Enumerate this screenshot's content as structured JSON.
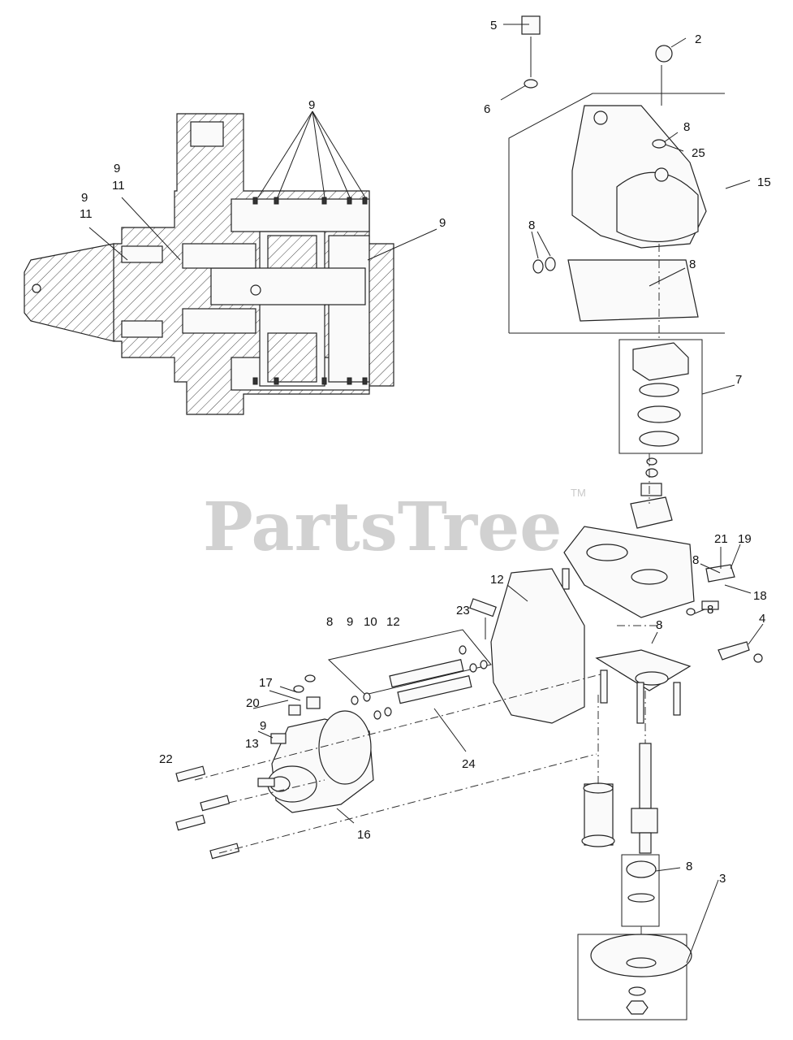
{
  "watermark": {
    "brand": "PartsTree",
    "trademark": "TM"
  },
  "callouts": {
    "c1": "9",
    "c2": "9",
    "c3": "11",
    "c4": "9",
    "c5": "11",
    "c6": "9",
    "c7": "5",
    "c8": "2",
    "c9": "6",
    "c10": "8",
    "c11": "25",
    "c12": "15",
    "c13": "8",
    "c14": "8",
    "c15": "7",
    "c16": "21",
    "c17": "19",
    "c18": "8",
    "c19": "18",
    "c20": "12",
    "c21": "23",
    "c22": "8",
    "c23": "9",
    "c24": "10",
    "c25": "12",
    "c26": "8",
    "c27": "8",
    "c28": "4",
    "c29": "17",
    "c30": "20",
    "c31": "9",
    "c32": "13",
    "c33": "22",
    "c34": "24",
    "c35": "16",
    "c36": "8",
    "c37": "3"
  }
}
